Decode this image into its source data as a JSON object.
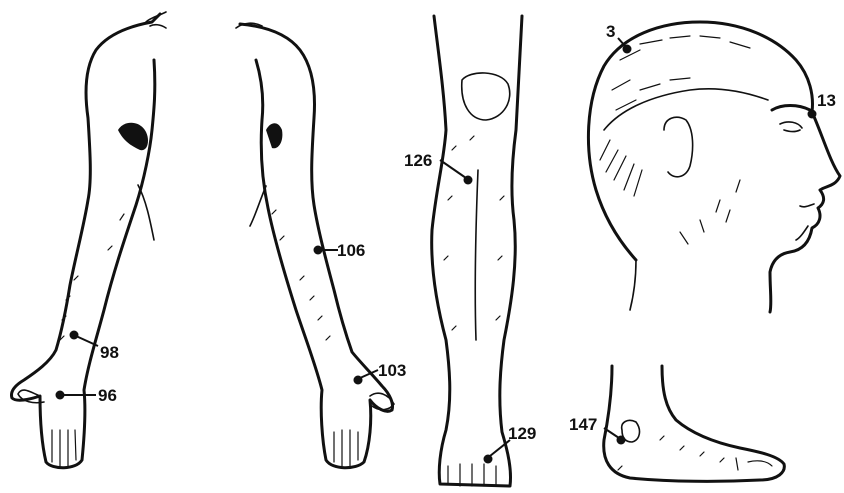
{
  "points": [
    {
      "id": "98",
      "label": "98"
    },
    {
      "id": "96",
      "label": "96"
    },
    {
      "id": "106",
      "label": "106"
    },
    {
      "id": "103",
      "label": "103"
    },
    {
      "id": "126",
      "label": "126"
    },
    {
      "id": "129",
      "label": "129"
    },
    {
      "id": "3",
      "label": "3"
    },
    {
      "id": "13",
      "label": "13"
    },
    {
      "id": "147",
      "label": "147"
    }
  ],
  "colors": {
    "ink": "#111111",
    "paper": "#ffffff"
  }
}
